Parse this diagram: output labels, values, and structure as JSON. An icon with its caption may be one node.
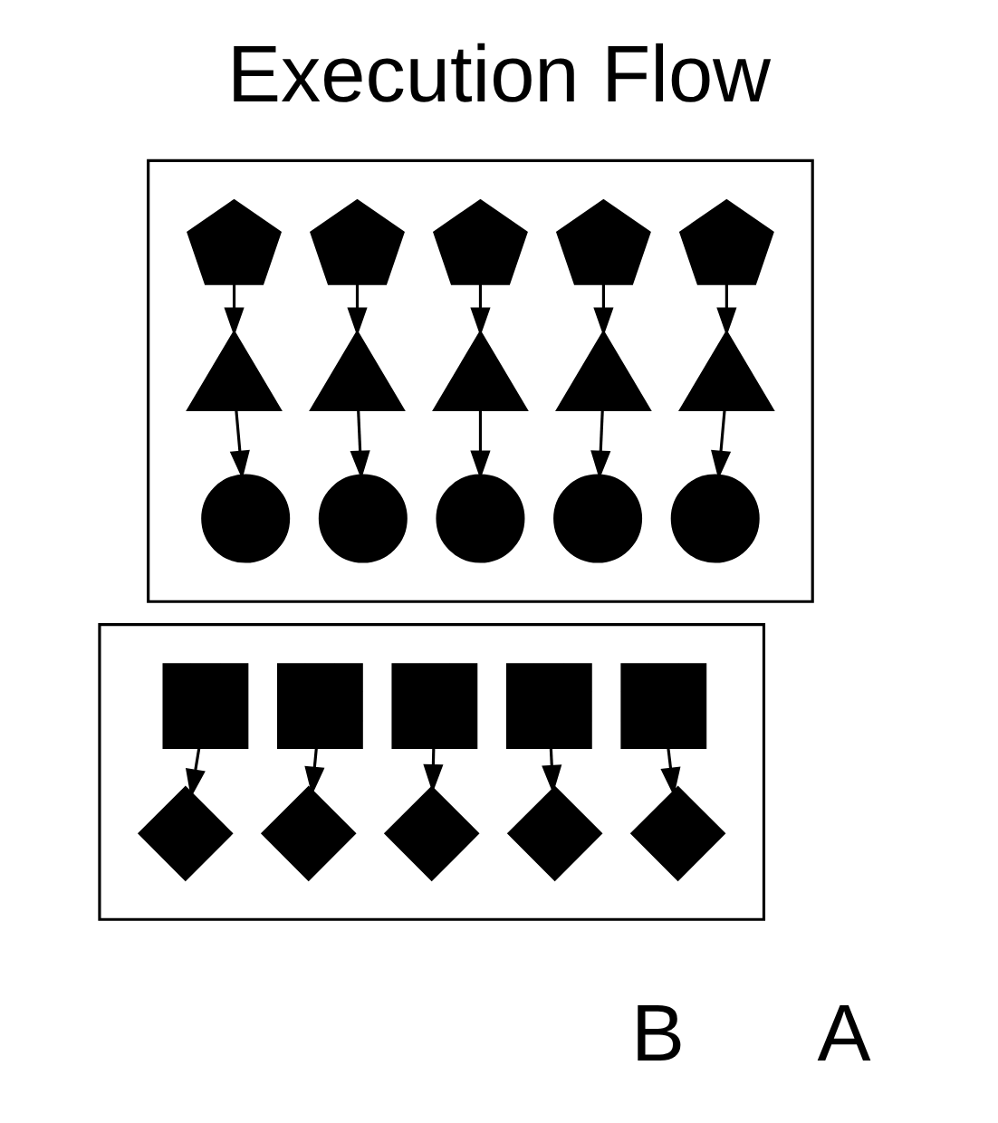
{
  "diagram": {
    "title": "Execution Flow",
    "nodes": [
      {
        "text": [],
        "shape": "box"
      },
      {
        "text": [],
        "shape": "pentagon",
        "in": 0
      },
      {
        "text": [],
        "shape": "pentagon",
        "in": 0
      },
      {
        "text": [],
        "shape": "pentagon",
        "in": 0
      },
      {
        "text": [],
        "shape": "pentagon",
        "in": 0
      },
      {
        "text": [],
        "shape": "pentagon",
        "in": 0
      },
      {
        "text": [],
        "shape": "triangle",
        "in": 0
      },
      {
        "text": [],
        "shape": "triangle",
        "in": 0
      },
      {
        "text": [],
        "shape": "triangle",
        "in": 0
      },
      {
        "text": [],
        "shape": "triangle",
        "in": 0
      },
      {
        "text": [],
        "shape": "triangle",
        "in": 0
      },
      {
        "text": [],
        "shape": "circle",
        "in": 0
      },
      {
        "text": [],
        "shape": "circle",
        "in": 0
      },
      {
        "text": [],
        "shape": "circle",
        "in": 0
      },
      {
        "text": [],
        "shape": "circle",
        "in": 0
      },
      {
        "text": [],
        "shape": "circle",
        "in": 0
      },
      {
        "text": [],
        "shape": "box"
      },
      {
        "text": [],
        "shape": "cross",
        "in": 16
      },
      {
        "text": [],
        "shape": "cross",
        "in": 16
      },
      {
        "text": [],
        "shape": "cross",
        "in": 16
      },
      {
        "text": [],
        "shape": "cross",
        "in": 16
      },
      {
        "text": [],
        "shape": "cross",
        "in": 16
      },
      {
        "text": [],
        "shape": "diamond",
        "in": 16
      },
      {
        "text": [],
        "shape": "diamond",
        "in": 16
      },
      {
        "text": [],
        "shape": "diamond",
        "in": 16
      },
      {
        "text": [],
        "shape": "diamond",
        "in": 16
      },
      {
        "text": [],
        "shape": "diamond",
        "in": 16
      }
    ],
    "edges": [
      {
        "from": 1,
        "to": 6,
        "arrow": "to"
      },
      {
        "from": 2,
        "to": 7,
        "arrow": "to"
      },
      {
        "from": 3,
        "to": 8,
        "arrow": "to"
      },
      {
        "from": 4,
        "to": 9,
        "arrow": "to"
      },
      {
        "from": 5,
        "to": 10,
        "arrow": "to"
      },
      {
        "from": 6,
        "to": 11,
        "arrow": "to"
      },
      {
        "from": 7,
        "to": 12,
        "arrow": "to"
      },
      {
        "from": 8,
        "to": 13,
        "arrow": "to"
      },
      {
        "from": 9,
        "to": 14,
        "arrow": "to"
      },
      {
        "from": 10,
        "to": 15,
        "arrow": "to"
      },
      {
        "from": 17,
        "to": 22,
        "arrow": "to"
      },
      {
        "from": 18,
        "to": 23,
        "arrow": "to"
      },
      {
        "from": 19,
        "to": 24,
        "arrow": "to"
      },
      {
        "from": 20,
        "to": 25,
        "arrow": "to"
      },
      {
        "from": 21,
        "to": 26,
        "arrow": "to"
      }
    ],
    "labels": [
      "A",
      "B"
    ]
  }
}
